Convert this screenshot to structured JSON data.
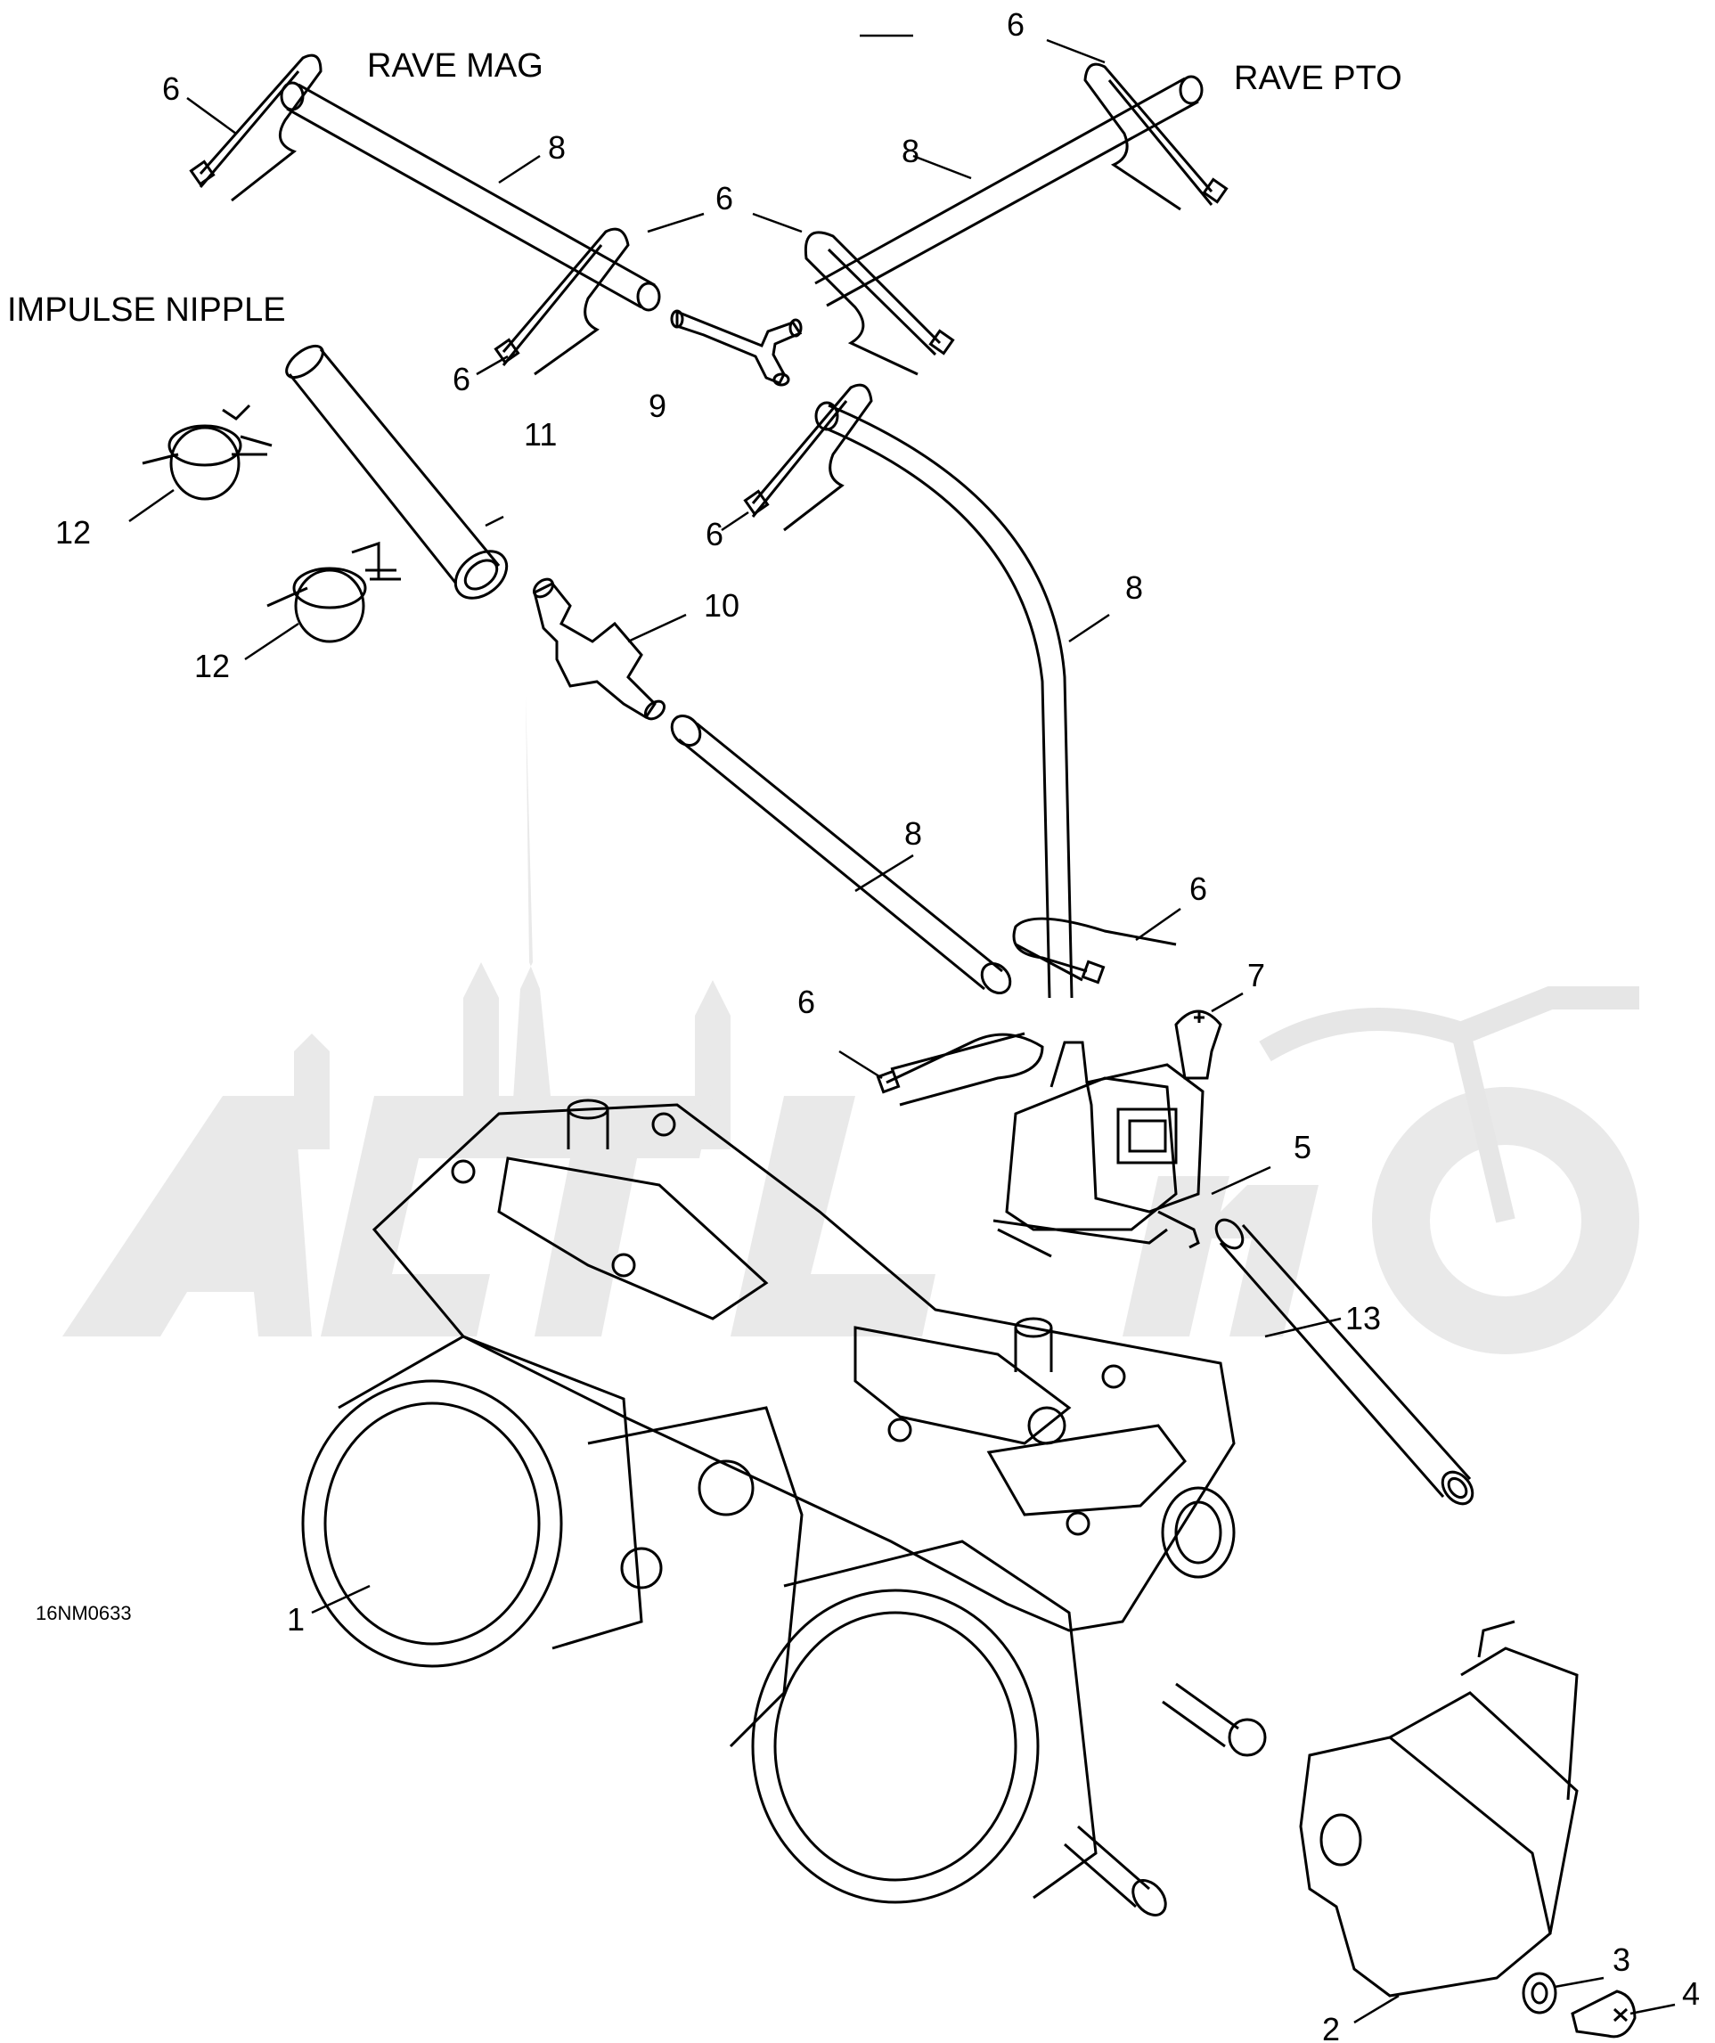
{
  "diagram": {
    "section_labels": {
      "rave_mag": "RAVE MAG",
      "rave_pto": "RAVE PTO",
      "impulse_nipple": "IMPULSE NIPPLE"
    },
    "reference_code": "16NM0633",
    "callouts": {
      "c1": "1",
      "c2": "2",
      "c3": "3",
      "c4": "4",
      "c5": "5",
      "c6": "6",
      "c7": "7",
      "c8": "8",
      "c9": "9",
      "c10": "10",
      "c11": "11",
      "c12": "12",
      "c13": "13"
    },
    "colors": {
      "line": "#000000",
      "watermark": "#e8e8e8",
      "background": "#ffffff"
    }
  }
}
